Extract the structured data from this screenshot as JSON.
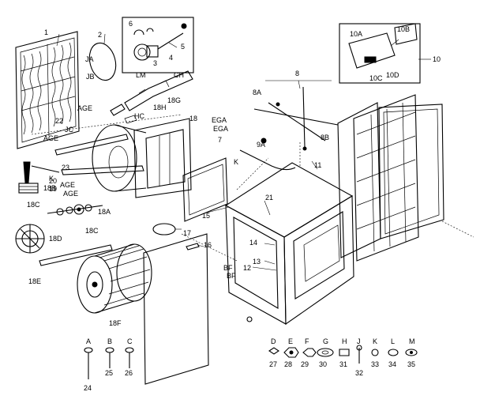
{
  "callouts": {
    "c1": "1",
    "c2": "2",
    "c3": "3",
    "c4": "4",
    "c5": "5",
    "c6": "6",
    "c7": "7",
    "c8": "8",
    "c8A": "8A",
    "c8B": "8B",
    "c9A": "9A",
    "c10": "10",
    "c10A": "10A",
    "c10B": "10B",
    "c10C": "10C",
    "c10D": "10D",
    "c11": "11",
    "c12": "12",
    "c13": "13",
    "c14": "14",
    "c15": "15",
    "c16": "16",
    "c17": "17",
    "c18": "18",
    "c18A": "18A",
    "c18B": "18B",
    "c18C": "18C",
    "c18C2": "18C",
    "c18D": "18D",
    "c18E": "18E",
    "c18F": "18F",
    "c18G": "18G",
    "c18H": "18H",
    "c19": "19",
    "c20": "20",
    "c21": "21",
    "c22": "22",
    "c23": "23",
    "c24": "24",
    "c25": "25",
    "c26": "26",
    "c27": "27",
    "c28": "28",
    "c29": "29",
    "c30": "30",
    "c31": "31",
    "c32": "32",
    "c33": "33",
    "c34": "34",
    "c35": "35"
  },
  "codes": {
    "A": "A",
    "B": "B",
    "C": "C",
    "D": "D",
    "E": "E",
    "F": "F",
    "G": "G",
    "H": "H",
    "J": "J",
    "K": "K",
    "L": "L",
    "M": "M",
    "K2": "K",
    "K3": "K",
    "LM": "LM",
    "CH": "CH",
    "HC": "HC",
    "AGE1": "AGE",
    "AGE2": "AGE",
    "AGE3": "AGE",
    "AGE4": "AGE",
    "EGA1": "EGA",
    "EGA2": "EGA",
    "BF1": "BF",
    "BF2": "BF",
    "JA": "JA",
    "JC": "JC",
    "JB": "JB"
  }
}
